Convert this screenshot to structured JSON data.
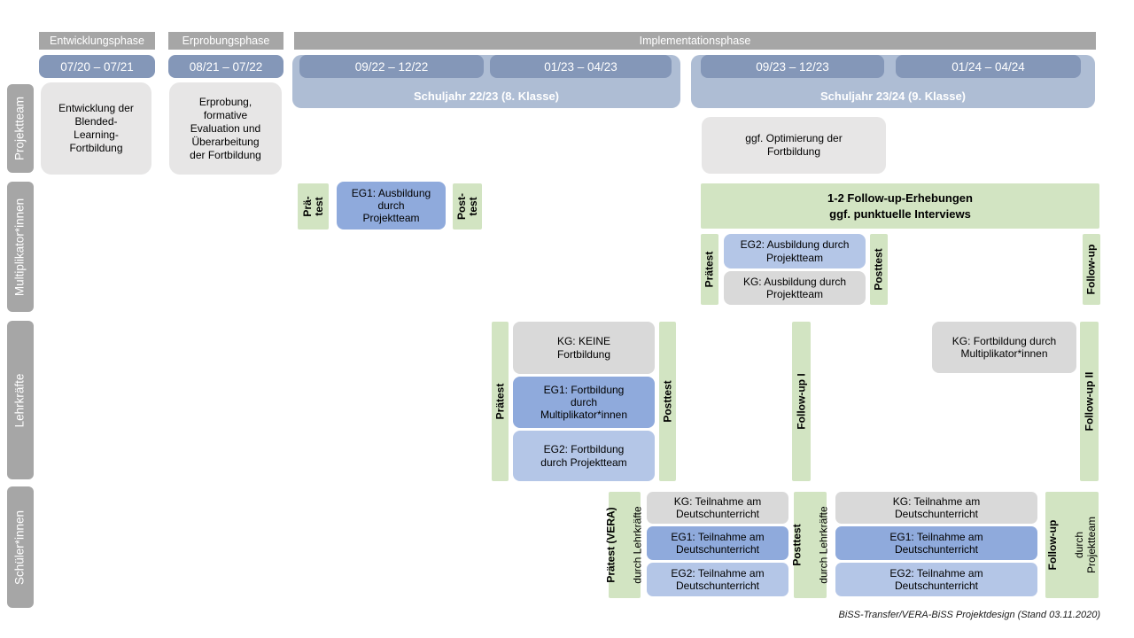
{
  "colors": {
    "phase_gray": "#a6a6a6",
    "date_blue": "#8497b8",
    "schoolyear_blue": "#aebdd4",
    "box_light_gray": "#e7e6e6",
    "box_kg_gray": "#d9d9d9",
    "box_eg1_blue": "#8faadc",
    "box_eg2_blue": "#b4c6e7",
    "test_green": "#d2e4c2"
  },
  "header": {
    "phases": [
      "Entwicklungsphase",
      "Erprobungsphase",
      "Implementationsphase"
    ],
    "dates": [
      "07/20 – 07/21",
      "08/21 – 07/22",
      "09/22 – 12/22",
      "01/23 – 04/23",
      "09/23 – 12/23",
      "01/24 – 04/24"
    ],
    "school_years": [
      "Schuljahr 22/23 (8. Klasse)",
      "Schuljahr 23/24 (9. Klasse)"
    ]
  },
  "rows": {
    "labels": [
      "Projektteam",
      "Multiplikator*innen",
      "Lehrkräfte",
      "Schüler*innen"
    ]
  },
  "projektteam": {
    "entwicklung": "Entwicklung der\nBlended-\nLearning-\nFortbildung",
    "erprobung": "Erprobung,\nformative\nEvaluation und\nÜberarbeitung\nder Fortbildung",
    "optimierung": "ggf. Optimierung der\nFortbildung"
  },
  "multiplikatoren": {
    "praetest_1": "Prä-\ntest",
    "eg1": "EG1: Ausbildung\ndurch\nProjektteam",
    "posttest_1": "Post-\ntest",
    "followup_bar": "1-2 Follow-up-Erhebungen\nggf. punktuelle Interviews",
    "praetest_2": "Prätest",
    "eg2": "EG2: Ausbildung durch\nProjektteam",
    "kg": "KG: Ausbildung durch\nProjektteam",
    "posttest_2": "Posttest",
    "followup": "Follow-up"
  },
  "lehrkraefte": {
    "praetest": "Prätest",
    "kg": "KG: KEINE\nFortbildung",
    "eg1": "EG1: Fortbildung\ndurch\nMultiplikator*innen",
    "eg2": "EG2: Fortbildung\ndurch Projektteam",
    "posttest": "Posttest",
    "followup1": "Follow-up I",
    "kg2": "KG: Fortbildung durch\nMultiplikator*innen",
    "followup2": "Follow-up II"
  },
  "schueler": {
    "praetest_bold": "Prätest (VERA)",
    "praetest_sub": "durch Lehrkräfte",
    "kg1": "KG: Teilnahme am\nDeutschunterricht",
    "eg1_1": "EG1: Teilnahme am\nDeutschunterricht",
    "eg2_1": "EG2: Teilnahme am\nDeutschunterricht",
    "posttest_bold": "Posttest",
    "posttest_sub": "durch Lehrkräfte",
    "kg2": "KG: Teilnahme am\nDeutschunterricht",
    "eg1_2": "EG1: Teilnahme am\nDeutschunterricht",
    "eg2_2": "EG2: Teilnahme am\nDeutschunterricht",
    "followup_bold": "Follow-up",
    "followup_sub": "durch\nProjektteam"
  },
  "footer": "BiSS-Transfer/VERA-BiSS Projektdesign (Stand 03.11.2020)"
}
